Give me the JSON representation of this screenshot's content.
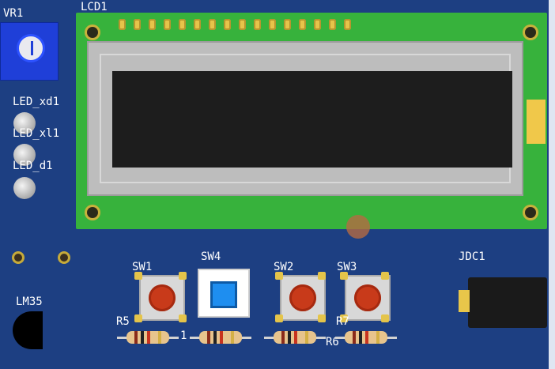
{
  "labels": {
    "vr1": "VR1",
    "lcd1": "LCD1",
    "led_xd1": "LED_xd1",
    "led_xl1": "LED_xl1",
    "led_d1": "LED_d1",
    "lm35": "LM35",
    "sw1": "SW1",
    "sw4": "SW4",
    "sw2": "SW2",
    "sw3": "SW3",
    "jdc1": "JDC1",
    "r5": "R5",
    "r6": "R6",
    "r7": "R7",
    "r_num": "1"
  },
  "colors": {
    "pcb": "#1d3f82",
    "lcd_pcb": "#37b23c",
    "lcd_screen": "#1d1d1d",
    "pad_gold": "#c6aa3a",
    "button_cap": "#c83a1a"
  }
}
